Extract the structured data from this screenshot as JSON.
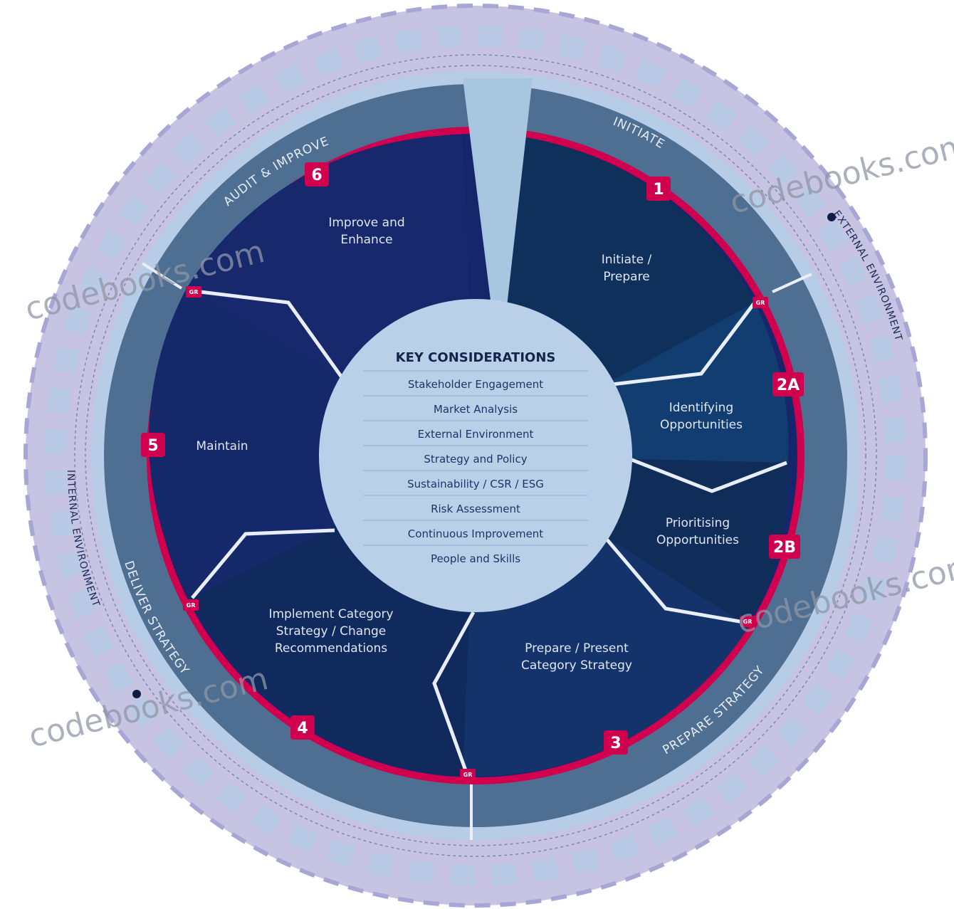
{
  "colors": {
    "outer_ring": "#b9b8df",
    "outer_ring_light": "#c9d6ec",
    "mid_ring": "#4d6d91",
    "inner_disk": "#16266a",
    "segment_alt": "#0d2a55",
    "accent": "#d0004f",
    "center": "#b9d0e8",
    "connector": "#e8eefc"
  },
  "center": {
    "title": "KEY CONSIDERATIONS",
    "items": [
      "Stakeholder Engagement",
      "Market Analysis",
      "External Environment",
      "Strategy and Policy",
      "Sustainability / CSR / ESG",
      "Risk Assessment",
      "Continuous Improvement",
      "People and Skills"
    ]
  },
  "phases": [
    {
      "badge": "1",
      "label_lines": [
        "Initiate /",
        "Prepare"
      ]
    },
    {
      "badge": "2A",
      "label_lines": [
        "Identifying",
        "Opportunities"
      ]
    },
    {
      "badge": "2B",
      "label_lines": [
        "Prioritising",
        "Opportunities"
      ]
    },
    {
      "badge": "3",
      "label_lines": [
        "Prepare / Present",
        "Category Strategy"
      ]
    },
    {
      "badge": "4",
      "label_lines": [
        "Implement Category",
        "Strategy / Change",
        "Recommendations"
      ]
    },
    {
      "badge": "5",
      "label_lines": [
        "Maintain"
      ]
    },
    {
      "badge": "6",
      "label_lines": [
        "Improve and",
        "Enhance"
      ]
    }
  ],
  "ring_labels": {
    "initiate": "INITIATE",
    "audit": "AUDIT & IMPROVE",
    "deliver": "DELIVER STRATEGY",
    "prepare": "PREPARE STRATEGY"
  },
  "outer_labels": {
    "external": "EXTERNAL ENVIRONMENT",
    "internal": "INTERNAL ENVIRONMENT"
  },
  "gates": [
    "GR",
    "GR",
    "GR",
    "GR",
    "GR",
    "GR"
  ],
  "watermarks": [
    "codebooks.com",
    "codebooks.com",
    "codebooks.com",
    "codebooks.com"
  ]
}
